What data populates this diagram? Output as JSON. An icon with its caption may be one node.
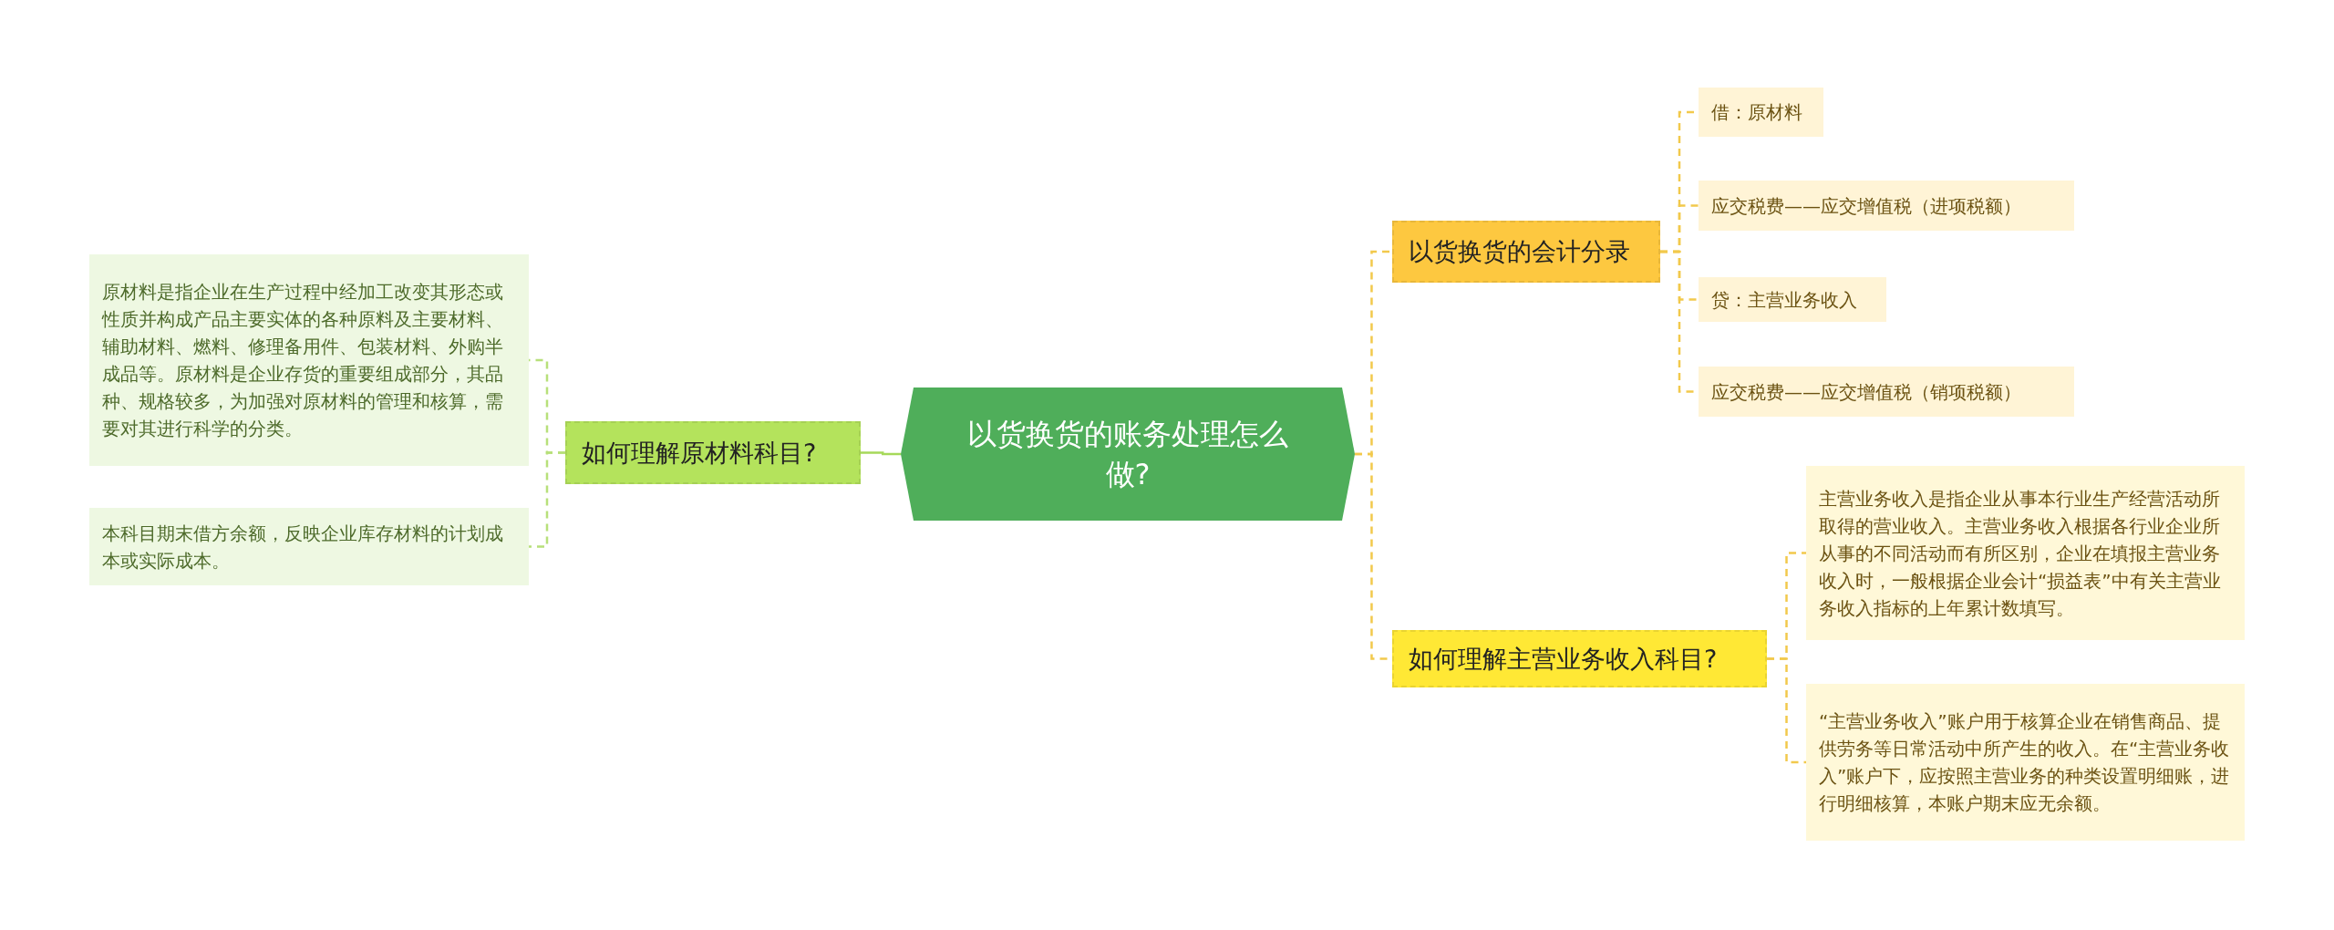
{
  "diagram": {
    "nodes": [
      {
        "text": [
          "以货换货的账务处理怎么做?"
        ]
      },
      {
        "text": [
          "如何理解原材料科目?"
        ]
      },
      {
        "text": [
          "原材料是指企业在生产过程中经加工改变其形态或性质并构成产品主要实体的各种原料及主要材料、辅助材料、燃料、修理备用件、包装材料、外购半成品等。原材料是企业存货的重要组成部分，其品种、规格较多，为加强对原材料的管理和核算，需要对其进行科学的分类。"
        ]
      },
      {
        "text": [
          "本科目期末借方余额，反映企业库存材料的计划成本或实际成本。"
        ]
      },
      {
        "text": [
          "以货换货的会计分录"
        ]
      },
      {
        "text": [
          "借：原材料"
        ]
      },
      {
        "text": [
          "应交税费——应交增值税（进项税额）"
        ]
      },
      {
        "text": [
          "贷：主营业务收入"
        ]
      },
      {
        "text": [
          "应交税费——应交增值税（销项税额）"
        ]
      },
      {
        "text": [
          "如何理解主营业务收入科目?"
        ]
      },
      {
        "text": [
          "主营业务收入是指企业从事本行业生产经营活动所取得的营业收入。主营业务收入根据各行业企业所从事的不同活动而有所区别，企业在填报主营业务收入时，一般根据企业会计“损益表”中有关主营业务收入指标的上年累计数填写。"
        ]
      },
      {
        "text": [
          "“主营业务收入”账户用于核算企业在销售商品、提供劳务等日常活动中所产生的收入。在“主营业务收入”账户下，应按照主营业务的种类设置明细账，进行明细核算，本账户期末应无余额。"
        ]
      }
    ],
    "edges": [
      {
        "from": 0,
        "to": 1,
        "arrow": "none",
        "color": "#a6d95a"
      },
      {
        "from": 1,
        "to": 2,
        "arrow": "none",
        "style": "dashed",
        "color": "#b7e07a"
      },
      {
        "from": 1,
        "to": 3,
        "arrow": "none",
        "style": "dashed",
        "color": "#b7e07a"
      },
      {
        "from": 0,
        "to": 4,
        "arrow": "none",
        "style": "dashed"
      },
      {
        "from": 0,
        "to": 9,
        "arrow": "none",
        "style": "dashed"
      },
      {
        "from": 4,
        "to": 5,
        "arrow": "none",
        "style": "dashed"
      },
      {
        "from": 4,
        "to": 6,
        "arrow": "none",
        "style": "dashed"
      },
      {
        "from": 4,
        "to": 7,
        "arrow": "none",
        "style": "dashed"
      },
      {
        "from": 4,
        "to": 8,
        "arrow": "none",
        "style": "dashed"
      },
      {
        "from": 9,
        "to": 10,
        "arrow": "none",
        "style": "dashed"
      },
      {
        "from": 9,
        "to": 11,
        "arrow": "none",
        "style": "dashed"
      }
    ]
  }
}
